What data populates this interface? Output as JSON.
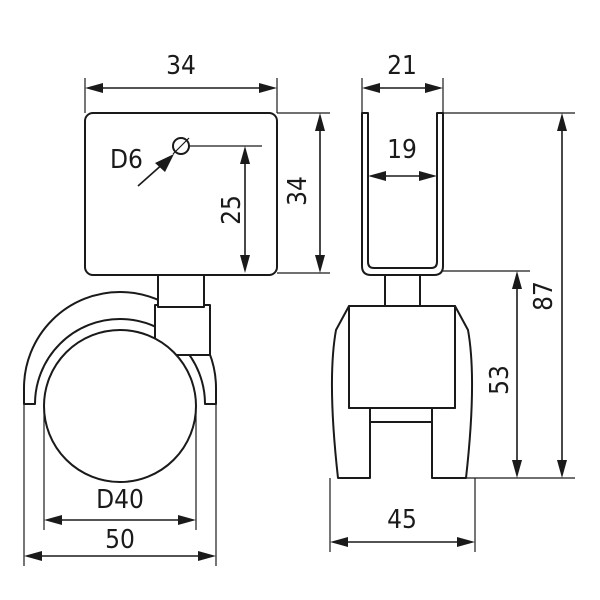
{
  "front_view": {
    "width_top": "34",
    "hole": "D6",
    "hole_height": "25",
    "wheel_diameter": "D40",
    "width_bottom": "50"
  },
  "side_view": {
    "width_outer": "21",
    "width_inner": "19",
    "height_block": "34",
    "height_wheel": "53",
    "height_total": "87",
    "width_bottom": "45"
  }
}
